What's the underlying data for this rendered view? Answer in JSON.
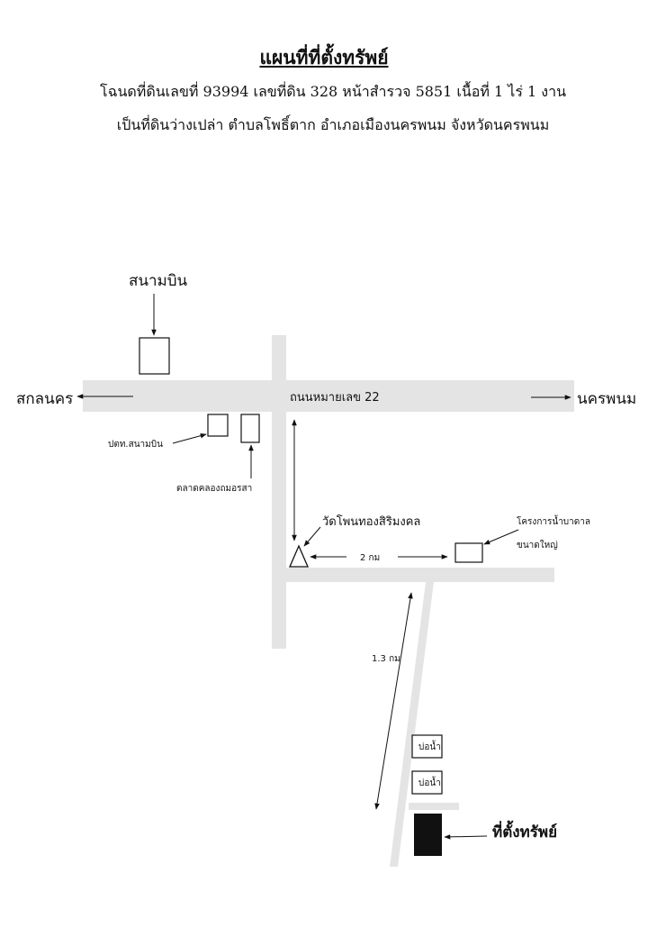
{
  "header": {
    "title": "แผนที่ที่ตั้งทรัพย์",
    "line1": "โฉนดที่ดินเลขที่ 93994  เลขที่ดิน 328  หน้าสำรวจ 5851  เนื้อที่ 1 ไร่ 1 งาน",
    "line2": "เป็นที่ดินว่างเปล่า  ตำบลโพธิ์ตาก   อำเภอเมืองนครพนม  จังหวัดนครพนม"
  },
  "map": {
    "road_color": "#e4e4e4",
    "property_color": "#111111",
    "labels": {
      "airport": "สนามบิน",
      "west_city": "สกลนคร",
      "east_city": "นครพนม",
      "highway": "ถนนหมายเลข 22",
      "post_office": "ปตท.สนามบิน",
      "market": "ตลาดคลองถมอรสา",
      "temple": "วัดโพนทองสิริมงคล",
      "project_line1": "โครงการน้ำบาดาล",
      "project_line2": "ขนาดใหญ่",
      "distance_east": "2 กม",
      "distance_south": "1.3 กม",
      "well1": "บ่อน้ำ",
      "well2": "บ่อน้ำ",
      "property": "ที่ตั้งทรัพย์"
    }
  }
}
